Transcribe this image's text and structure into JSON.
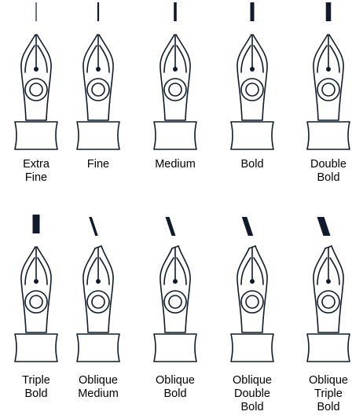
{
  "colors": {
    "ink": "#0f1b2d",
    "background": "#ffffff",
    "label": "#000000"
  },
  "nibs": [
    {
      "label": "Extra\nFine",
      "stroke": "extra-fine",
      "oblique": false
    },
    {
      "label": "Fine",
      "stroke": "fine",
      "oblique": false
    },
    {
      "label": "Medium",
      "stroke": "medium",
      "oblique": false
    },
    {
      "label": "Bold",
      "stroke": "bold",
      "oblique": false
    },
    {
      "label": "Double\nBold",
      "stroke": "double-bold",
      "oblique": false
    },
    {
      "label": "Triple\nBold",
      "stroke": "triple-bold",
      "oblique": false
    },
    {
      "label": "Oblique\nMedium",
      "stroke": "medium",
      "oblique": true
    },
    {
      "label": "Oblique\nBold",
      "stroke": "bold",
      "oblique": true
    },
    {
      "label": "Oblique\nDouble\nBold",
      "stroke": "double-bold",
      "oblique": true
    },
    {
      "label": "Oblique\nTriple\nBold",
      "stroke": "triple-bold",
      "oblique": true
    }
  ]
}
